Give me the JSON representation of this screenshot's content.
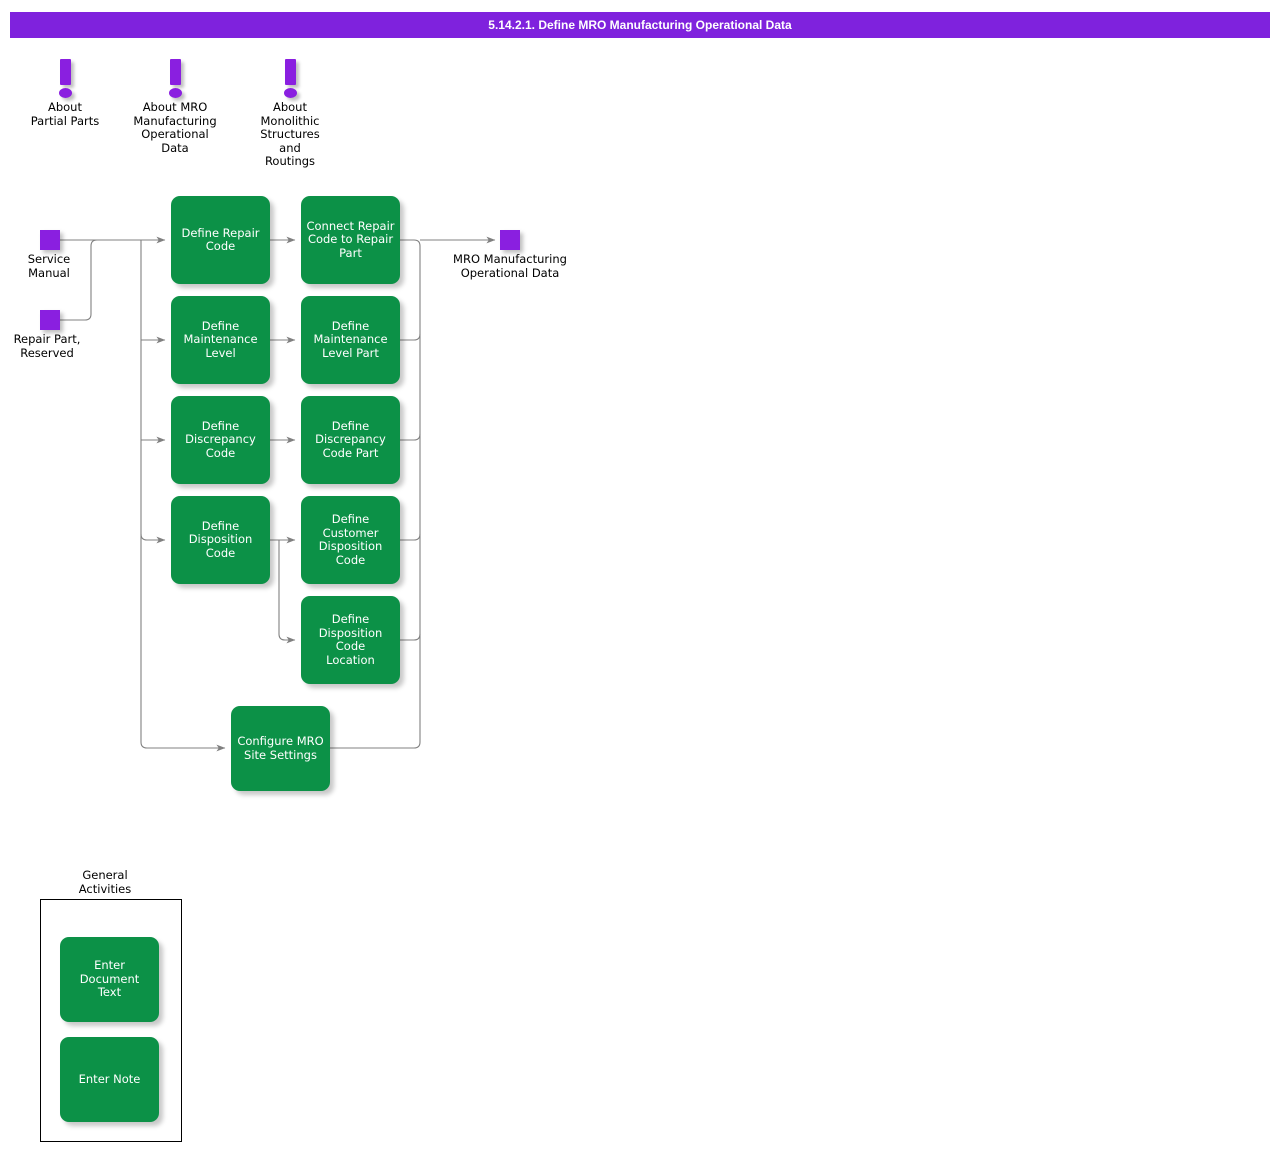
{
  "title_bar": {
    "text": "5.14.2.1. Define MRO Manufacturing Operational Data",
    "background": "#7F22DD",
    "text_color": "#FFFFFF"
  },
  "colors": {
    "activity_green": "#0C9147",
    "node_purple": "#8A1FE0",
    "wire_gray": "#808080",
    "frame_black": "#000000"
  },
  "info_nodes": [
    {
      "id": "about-partial-parts",
      "label": "About\nPartial Parts",
      "icon": "exclamation-icon"
    },
    {
      "id": "about-mro-manufacturing-operational-data",
      "label": "About MRO\nManufacturing\nOperational\nData",
      "icon": "exclamation-icon"
    },
    {
      "id": "about-monolithic-structures-and-routings",
      "label": "About\nMonolithic\nStructures\nand\nRoutings",
      "icon": "exclamation-icon"
    }
  ],
  "input_nodes": [
    {
      "id": "service-manual",
      "label": "Service\nManual"
    },
    {
      "id": "repair-part-reserved",
      "label": "Repair Part,\nReserved"
    }
  ],
  "output_nodes": [
    {
      "id": "mro-manufacturing-operational-data",
      "label": "MRO Manufacturing\nOperational Data"
    }
  ],
  "activities": [
    {
      "id": "define-repair-code",
      "label": "Define Repair\nCode"
    },
    {
      "id": "connect-repair-code-to-repair-part",
      "label": "Connect Repair\nCode to Repair\nPart"
    },
    {
      "id": "define-maintenance-level",
      "label": "Define\nMaintenance\nLevel"
    },
    {
      "id": "define-maintenance-level-part",
      "label": "Define\nMaintenance\nLevel Part"
    },
    {
      "id": "define-discrepancy-code",
      "label": "Define\nDiscrepancy\nCode"
    },
    {
      "id": "define-discrepancy-code-part",
      "label": "Define\nDiscrepancy\nCode Part"
    },
    {
      "id": "define-disposition-code",
      "label": "Define\nDisposition\nCode"
    },
    {
      "id": "define-customer-disposition-code",
      "label": "Define\nCustomer\nDisposition\nCode"
    },
    {
      "id": "define-disposition-code-location",
      "label": "Define\nDisposition Code\nLocation"
    },
    {
      "id": "configure-mro-site-settings",
      "label": "Configure MRO\nSite Settings"
    }
  ],
  "group": {
    "title": "General\nActivities",
    "activities": [
      {
        "id": "enter-document-text",
        "label": "Enter Document\nText"
      },
      {
        "id": "enter-note",
        "label": "Enter Note"
      }
    ]
  }
}
